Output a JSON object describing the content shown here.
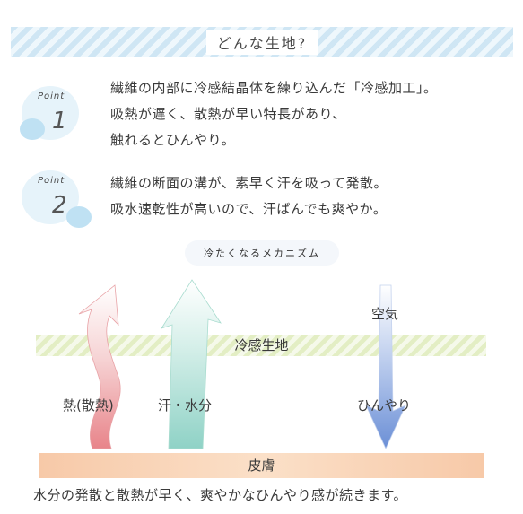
{
  "header": {
    "title": "どんな生地?"
  },
  "points": [
    {
      "label": "Point",
      "number": "1",
      "lines": [
        "繊維の内部に冷感結晶体を練り込んだ「冷感加工」。",
        "吸熱が遅く、散熱が早い特長があり、",
        "触れるとひんやり。"
      ]
    },
    {
      "label": "Point",
      "number": "2",
      "lines": [
        "繊維の断面の溝が、素早く汗を吸って発散。",
        "吸水速乾性が高いので、汗ばんでも爽やか。"
      ]
    }
  ],
  "mechanism": {
    "title": "冷たくなるメカニズム",
    "fabric_label": "冷感生地",
    "skin_label": "皮膚",
    "arrows": {
      "heat": "熱(散熱)",
      "sweat": "汗・水分",
      "air": "空気",
      "cool": "ひんやり"
    }
  },
  "footer": {
    "text": "水分の発散と散熱が早く、爽やかなひんやり感が続きます。"
  },
  "colors": {
    "banner_stripe": "#cfe6f4",
    "heat_arrow": "#e8848a",
    "sweat_arrow": "#8fd2c6",
    "air_arrow": "#6b8fd6",
    "fabric": "#e3eec4",
    "skin": "#f7c9a8"
  }
}
